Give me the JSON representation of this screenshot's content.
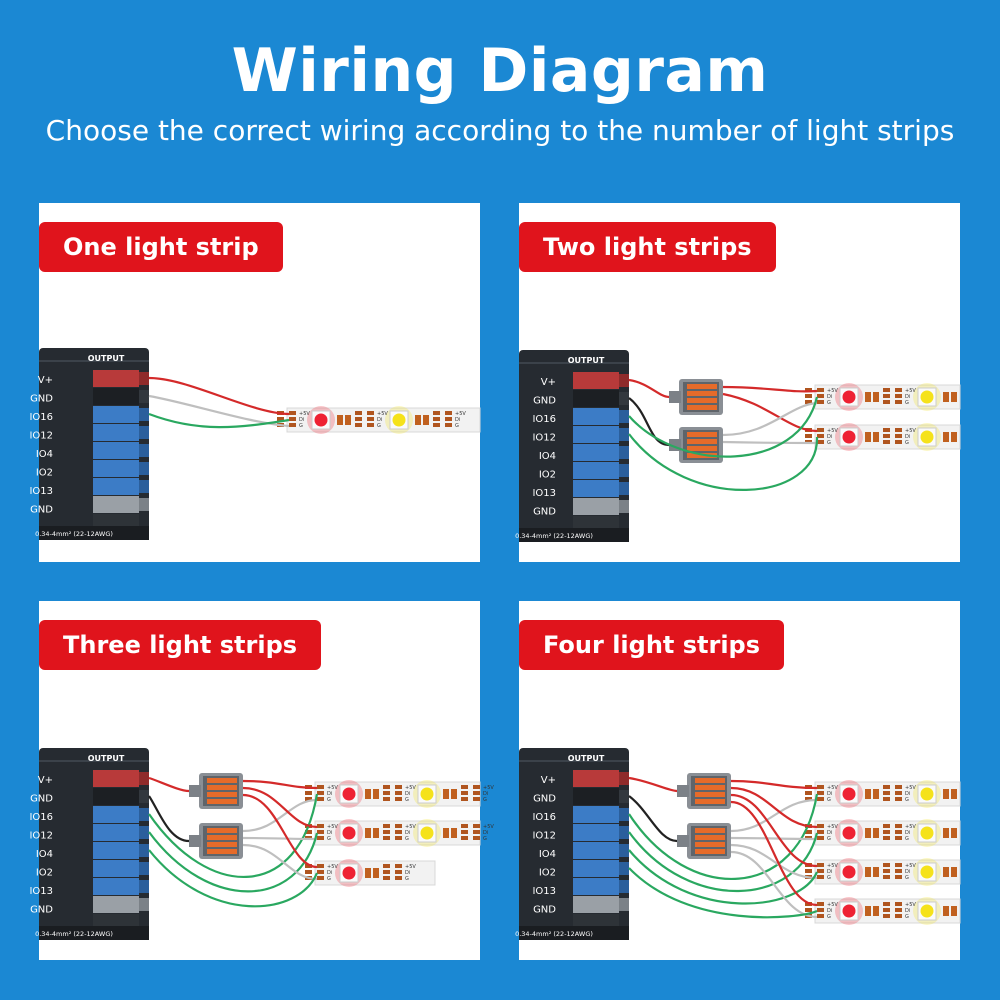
{
  "title": "Wiring Diagram",
  "subtitle": "Choose the correct wiring according to the number of light strips",
  "controller": {
    "output_label": "OUTPUT",
    "terminals": [
      "V+",
      "GND",
      "IO16",
      "IO12",
      "IO4",
      "IO2",
      "IO13",
      "GND"
    ],
    "wire_spec": "0.34-4mm² (22-12AWG)"
  },
  "strip_labels": {
    "plus5v": "+5V",
    "di": "Di",
    "g": "G"
  },
  "colors": {
    "background": "#1b88d3",
    "badge": "#e0141c",
    "wire_v": "#d42a2a",
    "wire_gnd": "#222222",
    "wire_data": "#2aa860",
    "wire_white": "#bfbfbf",
    "led_red": "#ee2233",
    "led_yellow": "#f5e21a",
    "led_green": "#22c070"
  },
  "panels": [
    {
      "label": "One light strip",
      "strips": 1,
      "connectors": 0
    },
    {
      "label": "Two light strips",
      "strips": 2,
      "connectors": 2
    },
    {
      "label": "Three light strips",
      "strips": 3,
      "connectors": 2
    },
    {
      "label": "Four light strips",
      "strips": 4,
      "connectors": 2
    }
  ]
}
